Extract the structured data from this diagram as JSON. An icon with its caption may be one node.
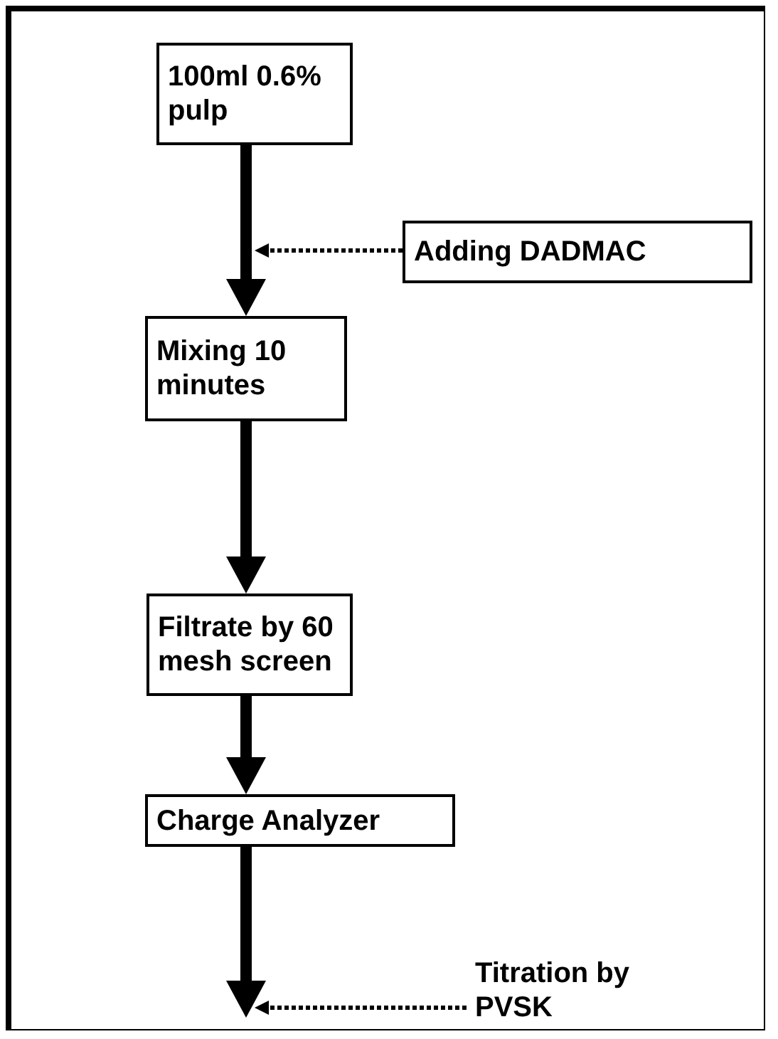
{
  "diagram": {
    "nodes": [
      {
        "text": [
          "100ml 0.6% pulp"
        ]
      },
      {
        "text": [
          "Adding DADMAC"
        ]
      },
      {
        "text": [
          "Mixing 10 minutes"
        ]
      },
      {
        "text": [
          "Filtrate by 60 mesh screen"
        ]
      },
      {
        "text": [
          "Charge Analyzer"
        ]
      },
      {
        "text": [
          "Titration by PVSK"
        ]
      }
    ],
    "edges": [
      {
        "from": 0,
        "to": 2,
        "arrow": "to"
      },
      {
        "from": 1,
        "to": null,
        "arrow": "to",
        "style": "dashed"
      },
      {
        "from": 2,
        "to": 3,
        "arrow": "to"
      },
      {
        "from": 3,
        "to": 4,
        "arrow": "to"
      },
      {
        "from": 4,
        "to": null,
        "arrow": "to"
      },
      {
        "from": 5,
        "to": null,
        "arrow": "to",
        "style": "dashed"
      }
    ]
  }
}
